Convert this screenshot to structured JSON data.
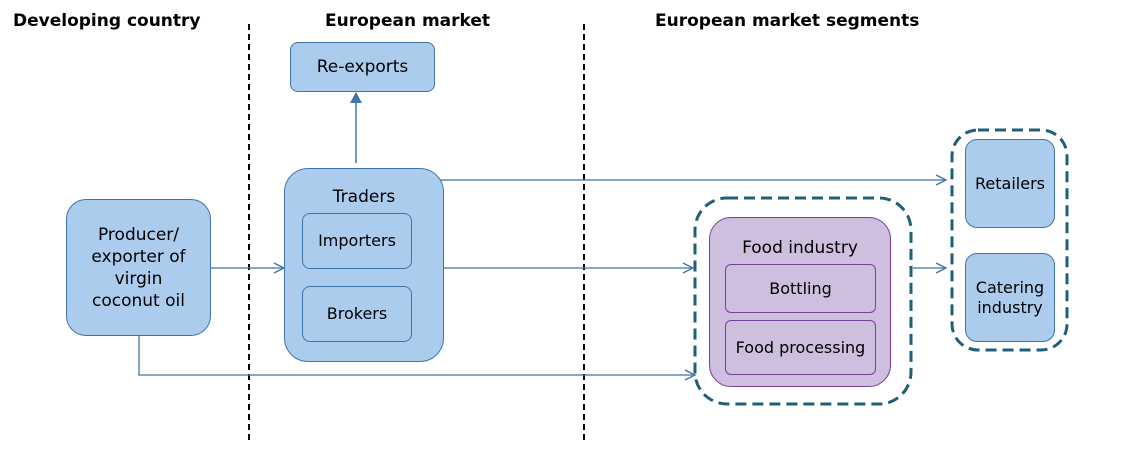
{
  "columns": {
    "developing_country": "Developing country",
    "european_market": "European market",
    "european_market_segments": "European market segments"
  },
  "nodes": {
    "producer": "Producer/\nexporter of\nvirgin\ncoconut oil",
    "re_exports": "Re-exports",
    "traders": "Traders",
    "importers": "Importers",
    "brokers": "Brokers",
    "food_industry": "Food industry",
    "bottling": "Bottling",
    "food_processing": "Food processing",
    "retailers": "Retailers",
    "catering_industry": "Catering\nindustry"
  },
  "colors": {
    "box_fill_blue": "#acccee",
    "box_border_blue": "#3f75a6",
    "box_fill_purple": "#cdbfdd",
    "box_border_purple": "#7b3f98",
    "arrow": "#3f75a6",
    "dashed_group": "#1f5f7a",
    "divider": "#000000"
  }
}
